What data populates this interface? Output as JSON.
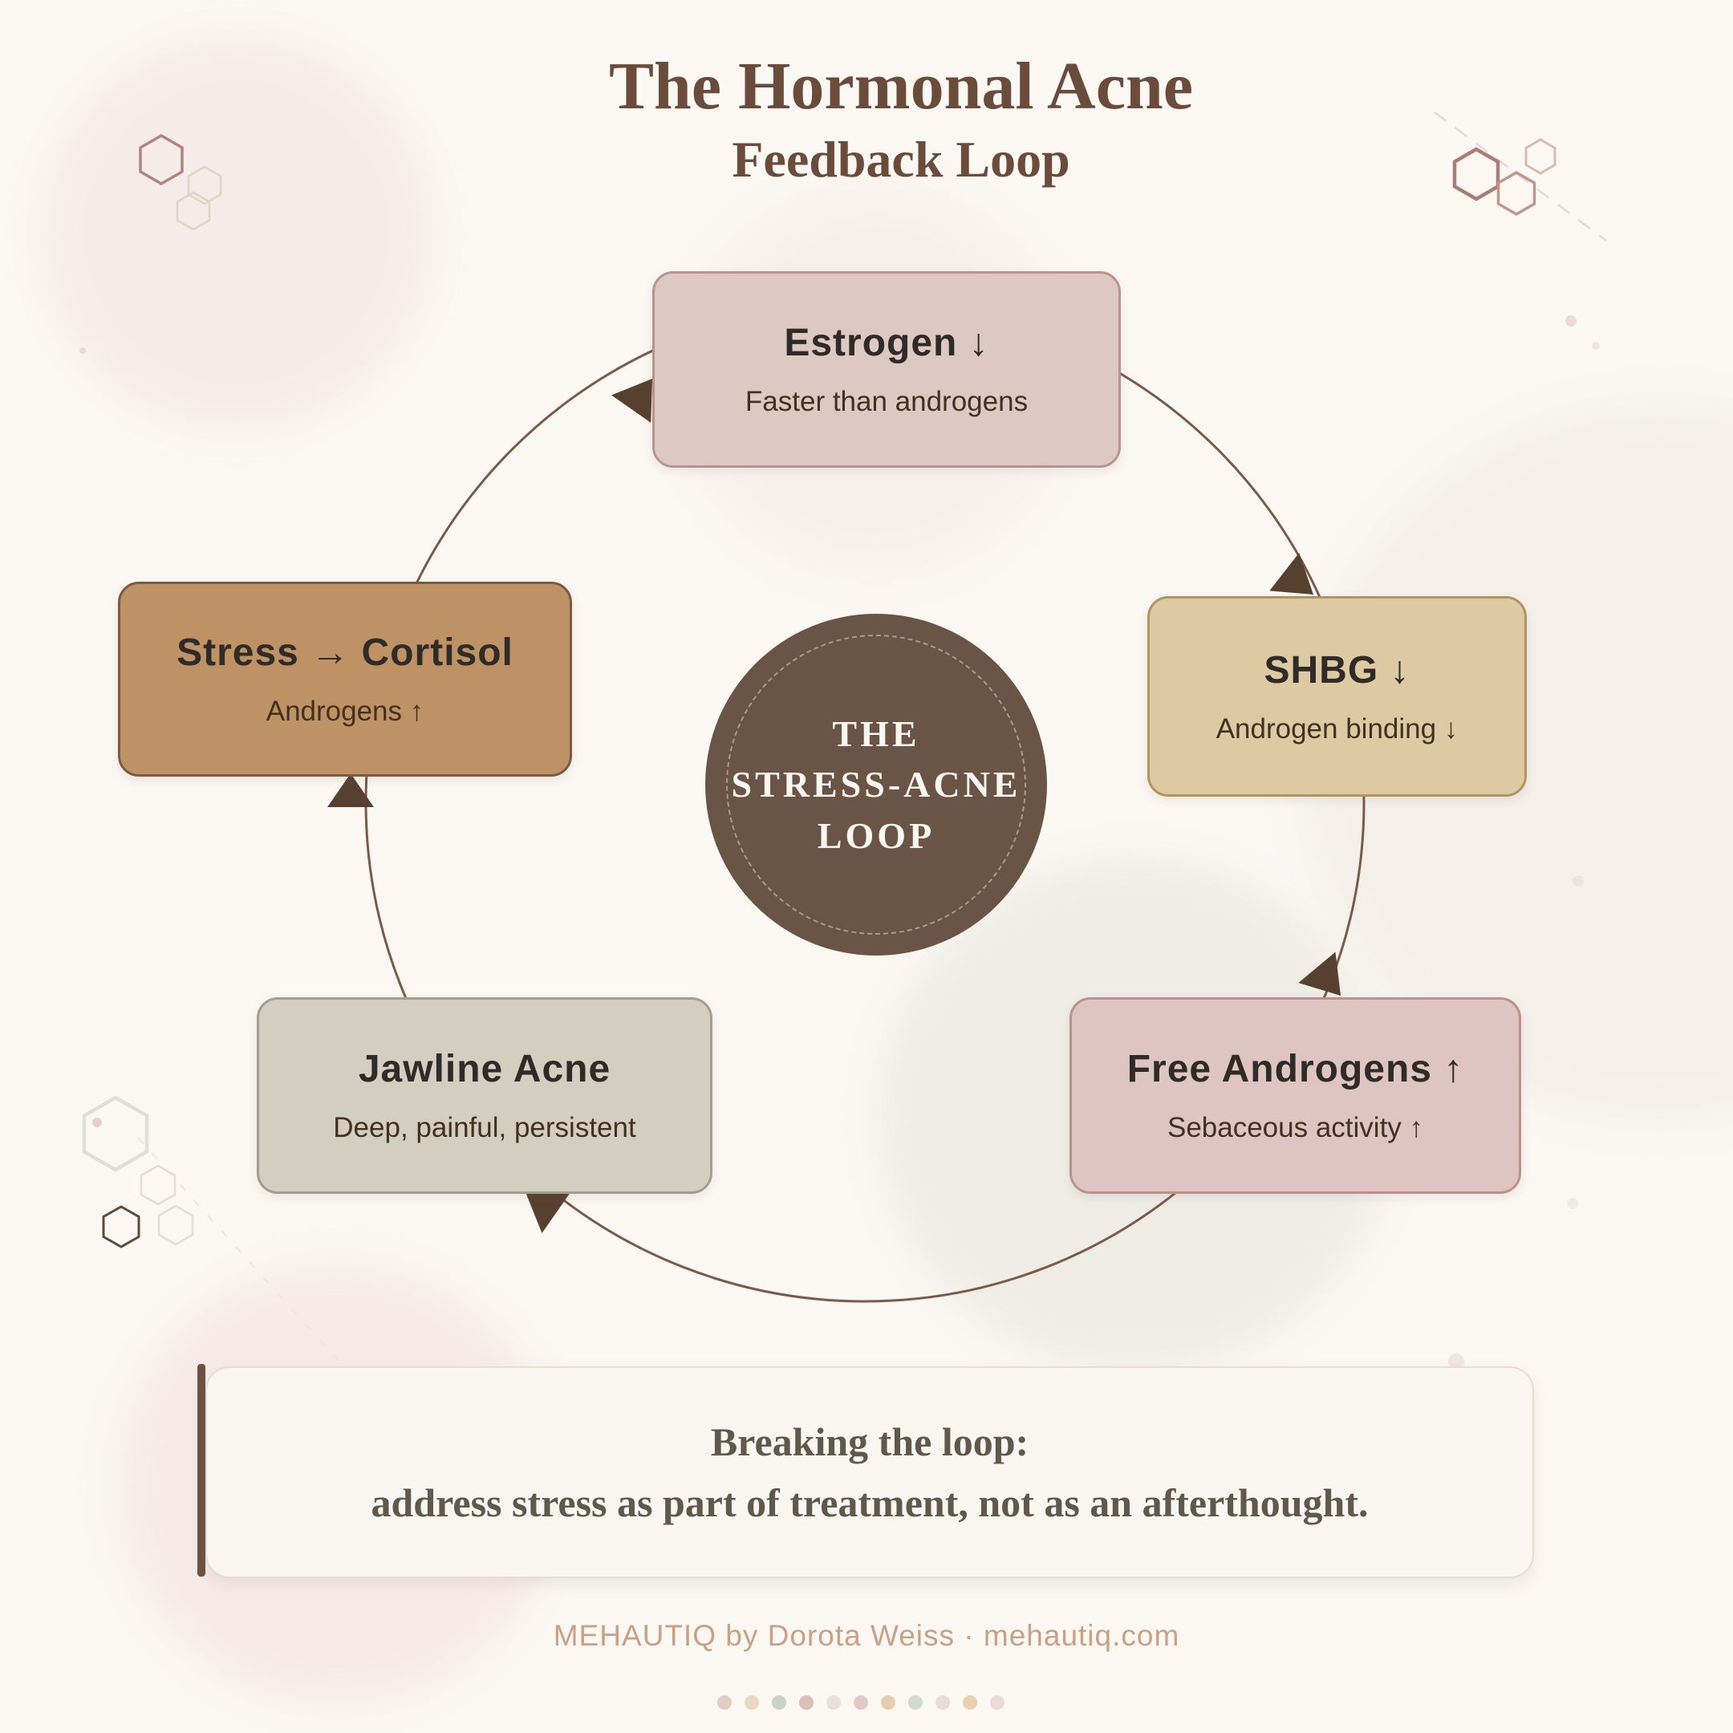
{
  "title": {
    "line1": "The Hormonal Acne",
    "line2": "Feedback Loop"
  },
  "center_hub": {
    "line1": "THE",
    "line2": "STRESS-ACNE",
    "line3": "LOOP",
    "fill": "#6a5446",
    "text_color": "#f9f5f0"
  },
  "nodes": [
    {
      "id": "estrogen",
      "title": "Estrogen ↓",
      "subtitle": "Faster than androgens",
      "fill": "#ddc8c2",
      "border": "#b9948e"
    },
    {
      "id": "shbg",
      "title": "SHBG ↓",
      "subtitle": "Androgen binding ↓",
      "fill": "#ddc9a2",
      "border": "#b1945f"
    },
    {
      "id": "free-androgens",
      "title": "Free Androgens ↑",
      "subtitle": "Sebaceous activity ↑",
      "fill": "#dec5c1",
      "border": "#bb918a"
    },
    {
      "id": "jawline-acne",
      "title": "Jawline Acne",
      "subtitle": "Deep, painful, persistent",
      "fill": "#d3cec0",
      "border": "#a29d8f"
    },
    {
      "id": "stress-cortisol",
      "title": "Stress → Cortisol",
      "subtitle": "Androgens ↑",
      "fill": "#be9265",
      "border": "#7b5a43"
    }
  ],
  "callout": {
    "line1": "Breaking the loop:",
    "line2": "address stress as part of treatment, not as an afterthought."
  },
  "footer": {
    "credit": "MEHAUTIQ by Dorota Weiss · mehautiq.com"
  },
  "colors": {
    "background": "#fbf7f3",
    "title_text": "#6b4c3b",
    "loop_ring": "#7b5b46",
    "arrowhead": "#57402f",
    "callout_text": "#5f584b",
    "callout_bar": "#6b5243",
    "footer_text": "#c9a184"
  },
  "decor": {
    "dot_row_colors": [
      "#e4ccc6",
      "#ead9c0",
      "#cbd2c8",
      "#dcbebb",
      "#ebdfdb",
      "#e3cbc5",
      "#e5cfae",
      "#d3dad1",
      "#eadbd5",
      "#e8d0b0",
      "#e9dcd6"
    ],
    "icons": [
      "hexagon-outline-icon",
      "dashed-line",
      "background-blob",
      "loop-arrow-icon"
    ]
  }
}
